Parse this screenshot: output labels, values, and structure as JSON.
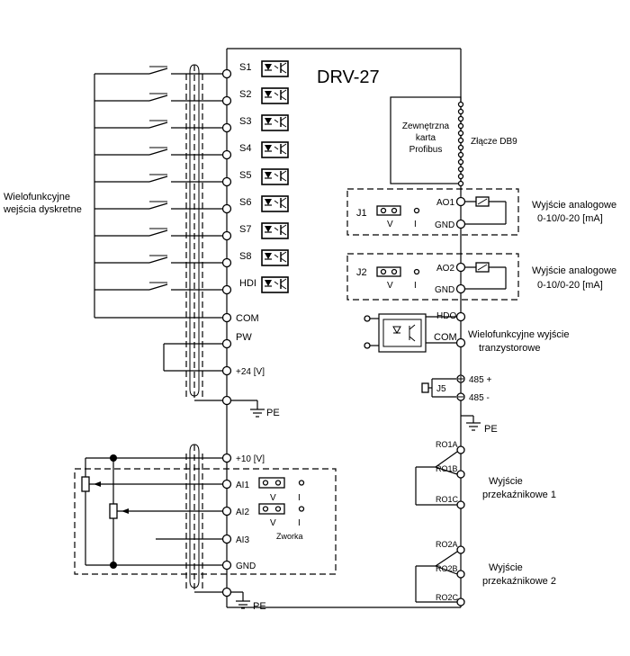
{
  "title": "DRV-27",
  "inputs_label_lines": [
    "Wielofunkcyjne",
    "wejścia dyskretne"
  ],
  "digital_inputs": [
    "S1",
    "S2",
    "S3",
    "S4",
    "S5",
    "S6",
    "S7",
    "S8",
    "HDI"
  ],
  "left_terminals": {
    "com": "COM",
    "pw": "PW",
    "plus24": "+24 [V]",
    "pe_top": "PE",
    "plus10": "+10 [V]",
    "ai1": "AI1",
    "ai2": "AI2",
    "ai3": "AI3",
    "gnd": "GND",
    "pe_bottom": "PE"
  },
  "jumper_ai": {
    "v": "V",
    "i": "I",
    "label": "Zworka"
  },
  "profibus_card_lines": [
    "Zewnętrzna",
    "karta",
    "Profibus"
  ],
  "db9_label": "Złącze DB9",
  "analog_outputs": [
    {
      "jumper": "J1",
      "v": "V",
      "i": "I",
      "terminal": "AO1",
      "gnd": "GND",
      "label_lines": [
        "Wyjście analogowe",
        "0-10/0-20 [mA]"
      ]
    },
    {
      "jumper": "J2",
      "v": "V",
      "i": "I",
      "terminal": "AO2",
      "gnd": "GND",
      "label_lines": [
        "Wyjście analogowe",
        "0-10/0-20 [mA]"
      ]
    }
  ],
  "transistor_output": {
    "hdo": "HDO",
    "com": "COM",
    "label_lines": [
      "Wielofunkcyjne wyjście",
      "tranzystorowe"
    ]
  },
  "rs485": {
    "jumper": "J5",
    "plus": "485 +",
    "minus": "485 -",
    "pe": "PE"
  },
  "relay_outputs": [
    {
      "a": "RO1A",
      "b": "RO1B",
      "c": "RO1C",
      "label_lines": [
        "Wyjście",
        "przekaźnikowe 1"
      ]
    },
    {
      "a": "RO2A",
      "b": "RO2B",
      "c": "RO2C",
      "label_lines": [
        "Wyjście",
        "przekaźnikowe 2"
      ]
    }
  ]
}
